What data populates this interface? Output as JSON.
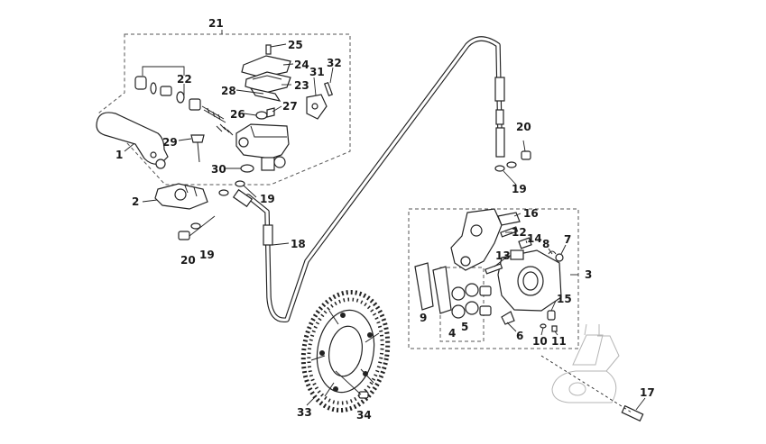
{
  "labels": {
    "p1": "1",
    "p2": "2",
    "p3": "3",
    "p4": "4",
    "p5": "5",
    "p6": "6",
    "p7": "7",
    "p8": "8",
    "p9": "9",
    "p10": "10",
    "p11": "11",
    "p12": "12",
    "p13": "13",
    "p14": "14",
    "p15": "15",
    "p16": "16",
    "p17": "17",
    "p18": "18",
    "p19a": "19",
    "p19b": "19",
    "p19c": "19",
    "p20a": "20",
    "p20b": "20",
    "p21": "21",
    "p22": "22",
    "p23": "23",
    "p24": "24",
    "p25": "25",
    "p26": "26",
    "p27": "27",
    "p28": "28",
    "p29": "29",
    "p30": "30",
    "p31": "31",
    "p32": "32",
    "p33": "33",
    "p34": "34"
  },
  "colors": {
    "line": "#222222",
    "dashed_box": "#555555",
    "ghost_fork": "#b5b5b5"
  }
}
